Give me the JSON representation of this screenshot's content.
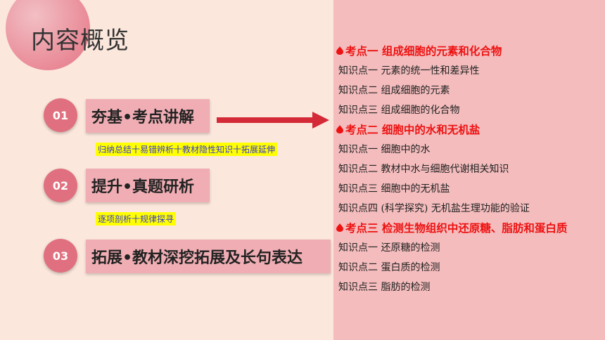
{
  "title": "内容概览",
  "sections": [
    {
      "num": "01",
      "label": "夯基•考点讲解",
      "note": "归纳总结十易错辨析十教材隐性知识十拓展延伸"
    },
    {
      "num": "02",
      "label": "提升•真题研析",
      "note": "逐项剖析十规律探寻"
    },
    {
      "num": "03",
      "label": "拓展•教材深挖拓展及长句表达"
    }
  ],
  "kaodian": [
    {
      "title": "考点一  组成细胞的元素和化合物",
      "items": [
        "知识点一  元素的统一性和差异性",
        "知识点二  组成细胞的元素",
        "知识点三  组成细胞的化合物"
      ]
    },
    {
      "title": "考点二  细胞中的水和无机盐",
      "items": [
        "知识点一  细胞中的水",
        "知识点二  教材中水与细胞代谢相关知识",
        "知识点三  细胞中的无机盐",
        "知识点四  (科学探究) 无机盐生理功能的验证"
      ]
    },
    {
      "title": "考点三  检测生物组织中还原糖、脂肪和蛋白质",
      "items": [
        "知识点一  还原糖的检测",
        "知识点二  蛋白质的检测",
        "知识点三  脂肪的检测"
      ]
    }
  ],
  "colors": {
    "accent": "#e0707f",
    "box": "#f0aeb4",
    "highlight": "#ffff00",
    "red": "#ee1111",
    "panel": "#f4bcbd"
  }
}
